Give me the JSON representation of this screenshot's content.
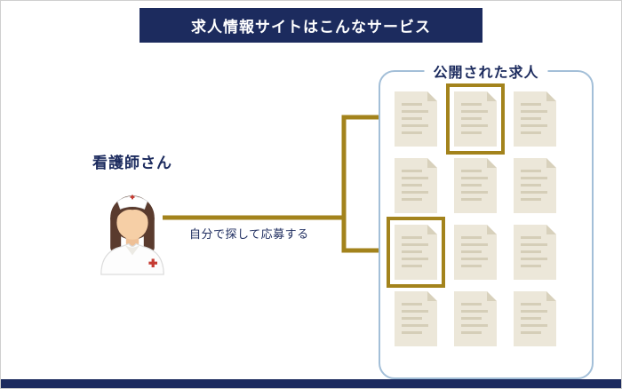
{
  "header": {
    "title": "求人情報サイトはこんなサービス"
  },
  "nurse": {
    "label": "看護師さん"
  },
  "flow": {
    "caption": "自分で探して応募する"
  },
  "listings": {
    "title": "公開された求人",
    "grid": {
      "rows": 4,
      "cols": 3,
      "highlighted_indices": [
        1,
        6
      ]
    }
  },
  "colors": {
    "navy": "#1c2b5e",
    "arrow_gold": "#a3831c",
    "box_border": "#a3bfd8",
    "doc_fill": "#ece7d9",
    "doc_line": "#d5ceb8",
    "doc_fold": "#d8d1bc",
    "cross_red": "#c53b32"
  }
}
